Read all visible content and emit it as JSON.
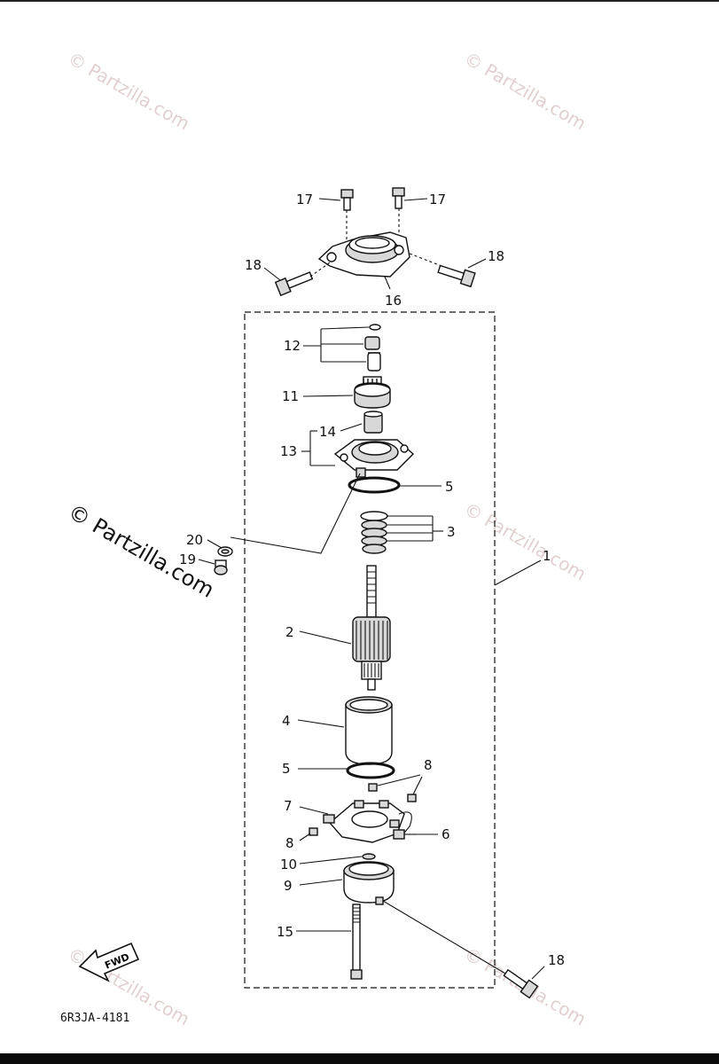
{
  "diagram_code": "6R3JA-4181",
  "fwd_label": "FWD",
  "watermark": "© Partzilla.com",
  "callouts": {
    "c1": "1",
    "c2": "2",
    "c3": "3",
    "c4": "4",
    "c5a": "5",
    "c5b": "5",
    "c6": "6",
    "c7": "7",
    "c8a": "8",
    "c8b": "8",
    "c9": "9",
    "c10": "10",
    "c11": "11",
    "c12": "12",
    "c13": "13",
    "c14": "14",
    "c15": "15",
    "c16": "16",
    "c17a": "17",
    "c17b": "17",
    "c18a": "18",
    "c18b": "18",
    "c18c": "18",
    "c19": "19",
    "c20": "20"
  }
}
